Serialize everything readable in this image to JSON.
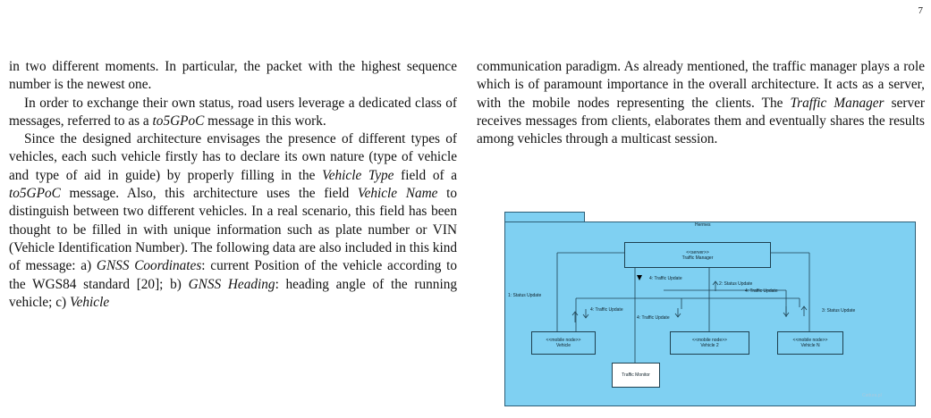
{
  "page_number": "7",
  "left_column": {
    "p1": "in two different moments. In particular, the packet with the highest sequence number is the newest one.",
    "p2_a": "In order to exchange their own status, road users leverage a dedicated class of messages, referred to as a ",
    "p2_b": "to5GPoC",
    "p2_c": " message in this work.",
    "p3_a": "Since the designed architecture envisages the presence of different types of vehicles, each such vehicle firstly has to declare its own nature (type of vehicle and type of aid in guide) by properly filling in the ",
    "p3_b": "Vehicle Type",
    "p3_c": " field of a ",
    "p3_d": "to5GPoC",
    "p3_e": " message. Also, this architecture uses the field ",
    "p3_f": "Vehicle Name",
    "p3_g": " to distinguish between two different vehicles. In a real scenario, this field has been thought to be filled in with unique information such as plate number or VIN (Vehicle Identification Number). The following data are also included in this kind of message: a) ",
    "p3_h": "GNSS Coordinates",
    "p3_i": ": current Position of the vehicle according to the WGS84 standard [20]; b) ",
    "p3_j": "GNSS Heading",
    "p3_k": ": heading angle of the running vehicle; c) ",
    "p3_l": "Vehicle"
  },
  "right_column": {
    "p1_a": "communication paradigm. As already mentioned, the traffic manager plays a role which is of paramount importance in the overall architecture. It acts as a server, with the mobile nodes representing the clients. The ",
    "p1_b": "Traffic Manager",
    "p1_c": " server receives messages from clients, elaborates them and eventually shares the results among vehicles through a multicast session."
  },
  "diagram": {
    "package_name": "Hermes",
    "server_stereotype": "<<server>>",
    "server_name": "Traffic Manager",
    "vehicle1_stereotype": "<<mobile node>>",
    "vehicle1_name": "Vehicle",
    "vehicle2_stereotype": "<<mobile node>>",
    "vehicle2_name": "Vehicle 2",
    "vehicleN_stereotype": "<<mobile node>>",
    "vehicleN_name": "Vehicle N",
    "monitor_name": "Traffic Monitor",
    "msg_status_1": "1: Status Update",
    "msg_status_2": "2: Status Update",
    "msg_status_3": "3: Status Update",
    "msg_traffic_server": "4: Traffic Update",
    "msg_traffic_right": "4: Traffic Update",
    "msg_traffic_left": "4: Traffic Update",
    "msg_traffic_mid": "4: Traffic Update",
    "watermark": "Cattura.pl"
  }
}
